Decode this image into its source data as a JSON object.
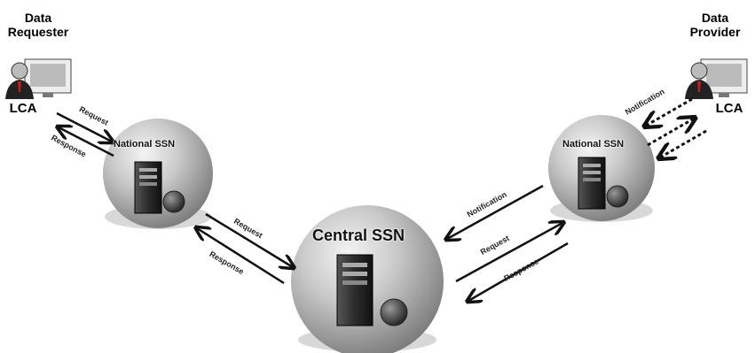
{
  "requester": {
    "title_line1": "Data",
    "title_line2": "Requester",
    "role": "LCA"
  },
  "provider": {
    "title_line1": "Data",
    "title_line2": "Provider",
    "role": "LCA"
  },
  "nodes": {
    "national_left": "National SSN",
    "central": "Central SSN",
    "national_right": "National SSN"
  },
  "arrows": {
    "req_to_nat_request": "Request",
    "req_to_nat_response": "Response",
    "nat_to_central_request": "Request",
    "nat_to_central_response": "Response",
    "central_right_notification": "Notification",
    "central_right_request": "Request",
    "central_right_response": "Response",
    "provider_notification": "Notification"
  },
  "icons": [
    "person-icon",
    "monitor-icon",
    "server-icon",
    "disk-icon"
  ]
}
